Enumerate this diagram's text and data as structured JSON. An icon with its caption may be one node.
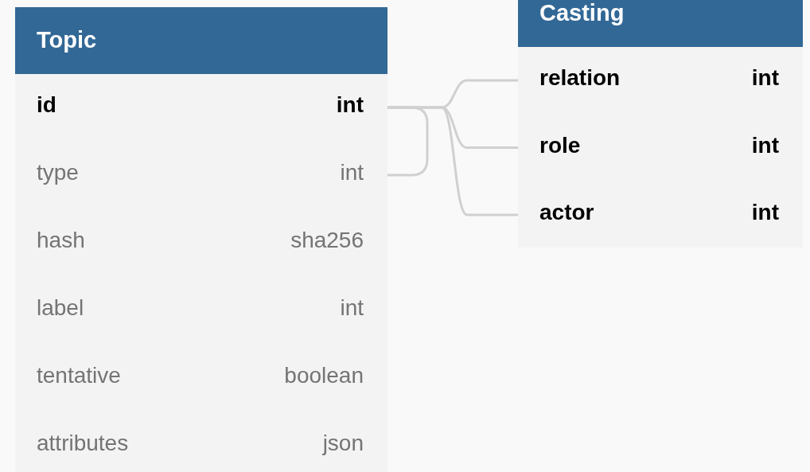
{
  "diagram": {
    "nodes": [
      {
        "text": [
          "Topic"
        ]
      },
      {
        "text": [
          "id",
          "int"
        ],
        "in": 0
      },
      {
        "text": [
          "type",
          "int"
        ],
        "in": 0
      },
      {
        "text": [
          "hash",
          "sha256"
        ],
        "in": 0
      },
      {
        "text": [
          "label",
          "int"
        ],
        "in": 0
      },
      {
        "text": [
          "tentative",
          "boolean"
        ],
        "in": 0
      },
      {
        "text": [
          "attributes",
          "json"
        ],
        "in": 0
      },
      {
        "text": [
          "Casting"
        ]
      },
      {
        "text": [
          "relation",
          "int"
        ],
        "in": 7
      },
      {
        "text": [
          "role",
          "int"
        ],
        "in": 7
      },
      {
        "text": [
          "actor",
          "int"
        ],
        "in": 7
      }
    ],
    "edges": [
      {
        "from": 2,
        "to": 1,
        "arrow": "none"
      },
      {
        "from": 1,
        "to": 8,
        "arrow": "none"
      },
      {
        "from": 1,
        "to": 9,
        "arrow": "none"
      },
      {
        "from": 1,
        "to": 10,
        "arrow": "none"
      }
    ]
  }
}
